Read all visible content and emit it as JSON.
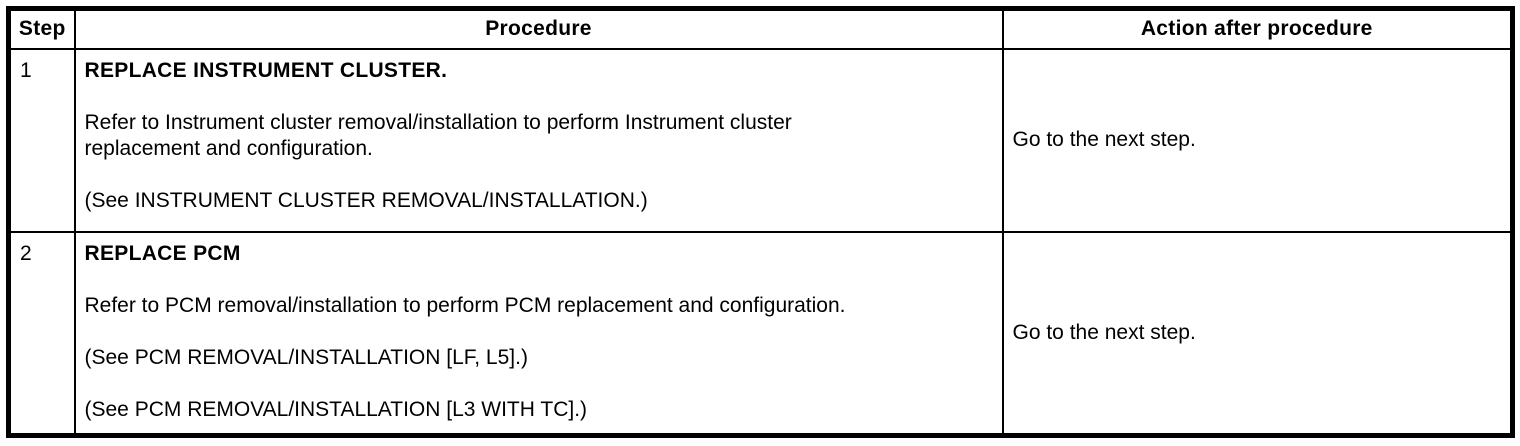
{
  "table": {
    "headers": {
      "step": "Step",
      "procedure": "Procedure",
      "action": "Action after procedure"
    },
    "rows": [
      {
        "step": "1",
        "title": "REPLACE INSTRUMENT CLUSTER.",
        "body": "Refer to Instrument cluster removal/installation to perform Instrument cluster\nreplacement and configuration.",
        "refs": [
          "(See INSTRUMENT CLUSTER REMOVAL/INSTALLATION.)"
        ],
        "action": "Go to the next step."
      },
      {
        "step": "2",
        "title": "REPLACE PCM",
        "body": "Refer to PCM removal/installation to perform PCM replacement and configuration.",
        "refs": [
          "(See PCM REMOVAL/INSTALLATION [LF, L5].)",
          "(See PCM REMOVAL/INSTALLATION [L3 WITH TC].)"
        ],
        "action": "Go to the next step."
      }
    ],
    "colors": {
      "border": "#000000",
      "text": "#000000",
      "background": "#ffffff"
    }
  }
}
